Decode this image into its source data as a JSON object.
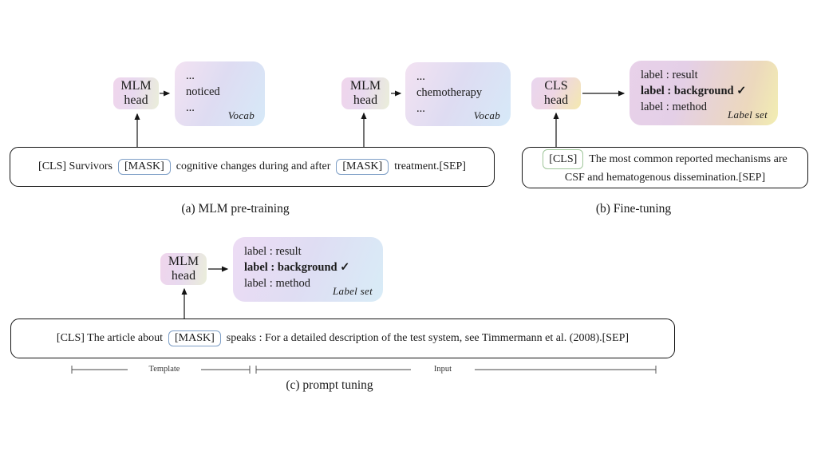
{
  "figure": {
    "panels": {
      "a": {
        "caption": "(a) MLM pre-training",
        "head1": {
          "l1": "MLM",
          "l2": "head"
        },
        "head2": {
          "l1": "MLM",
          "l2": "head"
        },
        "vocab1": {
          "dots1": "...",
          "word": "noticed",
          "dots2": "...",
          "tag": "Vocab"
        },
        "vocab2": {
          "dots1": "...",
          "word": "chemotherapy",
          "dots2": "...",
          "tag": "Vocab"
        },
        "sentence": {
          "pre": "[CLS] Survivors",
          "mask1": "[MASK]",
          "mid": "cognitive changes during and after",
          "mask2": "[MASK]",
          "post": "treatment.[SEP]"
        }
      },
      "b": {
        "caption": "(b) Fine-tuning",
        "head": {
          "l1": "CLS",
          "l2": "head"
        },
        "labelset": {
          "row1": "label : result",
          "row2": "label : background ✓",
          "row3": "label : method",
          "tag": "Label set"
        },
        "sentence": {
          "cls": "[CLS]",
          "line1": "The most common reported mechanisms are",
          "line2": "CSF and hematogenous dissemination.[SEP]"
        }
      },
      "c": {
        "caption": "(c) prompt tuning",
        "head": {
          "l1": "MLM",
          "l2": "head"
        },
        "labelset": {
          "row1": "label : result",
          "row2": "label : background ✓",
          "row3": "label : method",
          "tag": "Label set"
        },
        "sentence": {
          "pre": "[CLS] The article about",
          "mask": "[MASK]",
          "post": "speaks : For a detailed description of the test system, see Timmermann et al. (2008).[SEP]"
        },
        "brackets": {
          "template": "Template",
          "input": "Input"
        }
      }
    },
    "colors": {
      "mask_chip_border": "#7d9ec6",
      "cls_chip_border": "#9fc69a",
      "arrow": "#141414",
      "sentence_border": "#141414"
    }
  }
}
